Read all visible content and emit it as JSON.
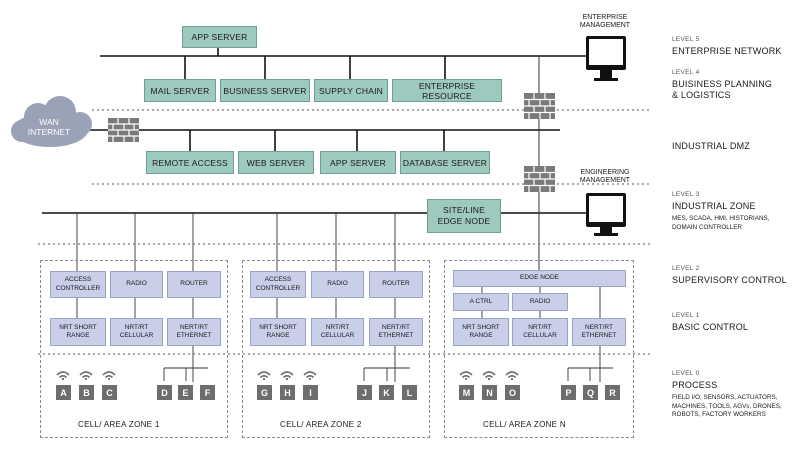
{
  "levels": [
    {
      "num": "LEVEL 5",
      "name": "ENTERPRISE NETWORK"
    },
    {
      "num": "LEVEL 4",
      "name": "BUISINESS PLANNING\n& LOGISTICS"
    },
    {
      "num": "",
      "name": "INDUSTRIAL DMZ"
    },
    {
      "num": "LEVEL 3",
      "name": "INDUSTRIAL ZONE",
      "desc": "MES, SCADA, HMI, HISTORIANS,\nDOMAIN CONTROLLER"
    },
    {
      "num": "LEVEL 2",
      "name": "SUPERVISORY CONTROL"
    },
    {
      "num": "LEVEL 1",
      "name": "BASIC CONTROL"
    },
    {
      "num": "LEVEL 0",
      "name": "PROCESS",
      "desc": "FIELD I/O, SENSORS, ACTUATORS,\nMACHINES, TOOLS, AGVs, DRONES,\nROBOTS, FACTORY WORKERS"
    }
  ],
  "enterprise": {
    "app_server": "APP SERVER",
    "servers": [
      "MAIL SERVER",
      "BUSINESS SERVER",
      "SUPPLY CHAIN",
      "ENTERPRISE RESOURCE"
    ],
    "management": "ENTERPRISE\nMANAGEMENT"
  },
  "wan": "WAN\nINTERNET",
  "dmz": {
    "servers": [
      "REMOTE ACCESS",
      "WEB SERVER",
      "APP SERVER",
      "DATABASE SERVER"
    ]
  },
  "industrial": {
    "edge": "SITE/LINE\nEDGE NODE",
    "management": "ENGINEERING\nMANAGEMENT"
  },
  "zones": [
    {
      "label": "CELL/ AREA ZONE 1",
      "top": [
        "ACCESS\nCONTROLLER",
        "RADIO",
        "ROUTER"
      ],
      "bottom": [
        "NRT SHORT\nRANGE",
        "NRT/RT\nCELLULAR",
        "NERT/RT\nETHERNET"
      ],
      "devices": [
        "A",
        "B",
        "C",
        "D",
        "E",
        "F"
      ]
    },
    {
      "label": "CELL/ AREA ZONE 2",
      "top": [
        "ACCESS\nCONTROLLER",
        "RADIO",
        "ROUTER"
      ],
      "bottom": [
        "NRT SHORT\nRANGE",
        "NRT/RT\nCELLULAR",
        "NERT/RT\nETHERNET"
      ],
      "devices": [
        "G",
        "H",
        "I",
        "J",
        "K",
        "L"
      ]
    },
    {
      "label": "CELL/ AREA ZONE N",
      "edge": "EDGE NODE",
      "top": [
        "A CTRL",
        "RADIO"
      ],
      "bottom": [
        "NRT SHORT\nRANGE",
        "NRT/RT\nCELLULAR",
        "NERT/RT\nETHERNET"
      ],
      "devices": [
        "M",
        "N",
        "O",
        "P",
        "Q",
        "R"
      ]
    }
  ],
  "colors": {
    "server_box": "#9ec9be",
    "plc_box": "#c9cfe9",
    "device": "#6d6d6d",
    "cloud": "#9aa2b6",
    "firewall": "#7a7a7a"
  }
}
